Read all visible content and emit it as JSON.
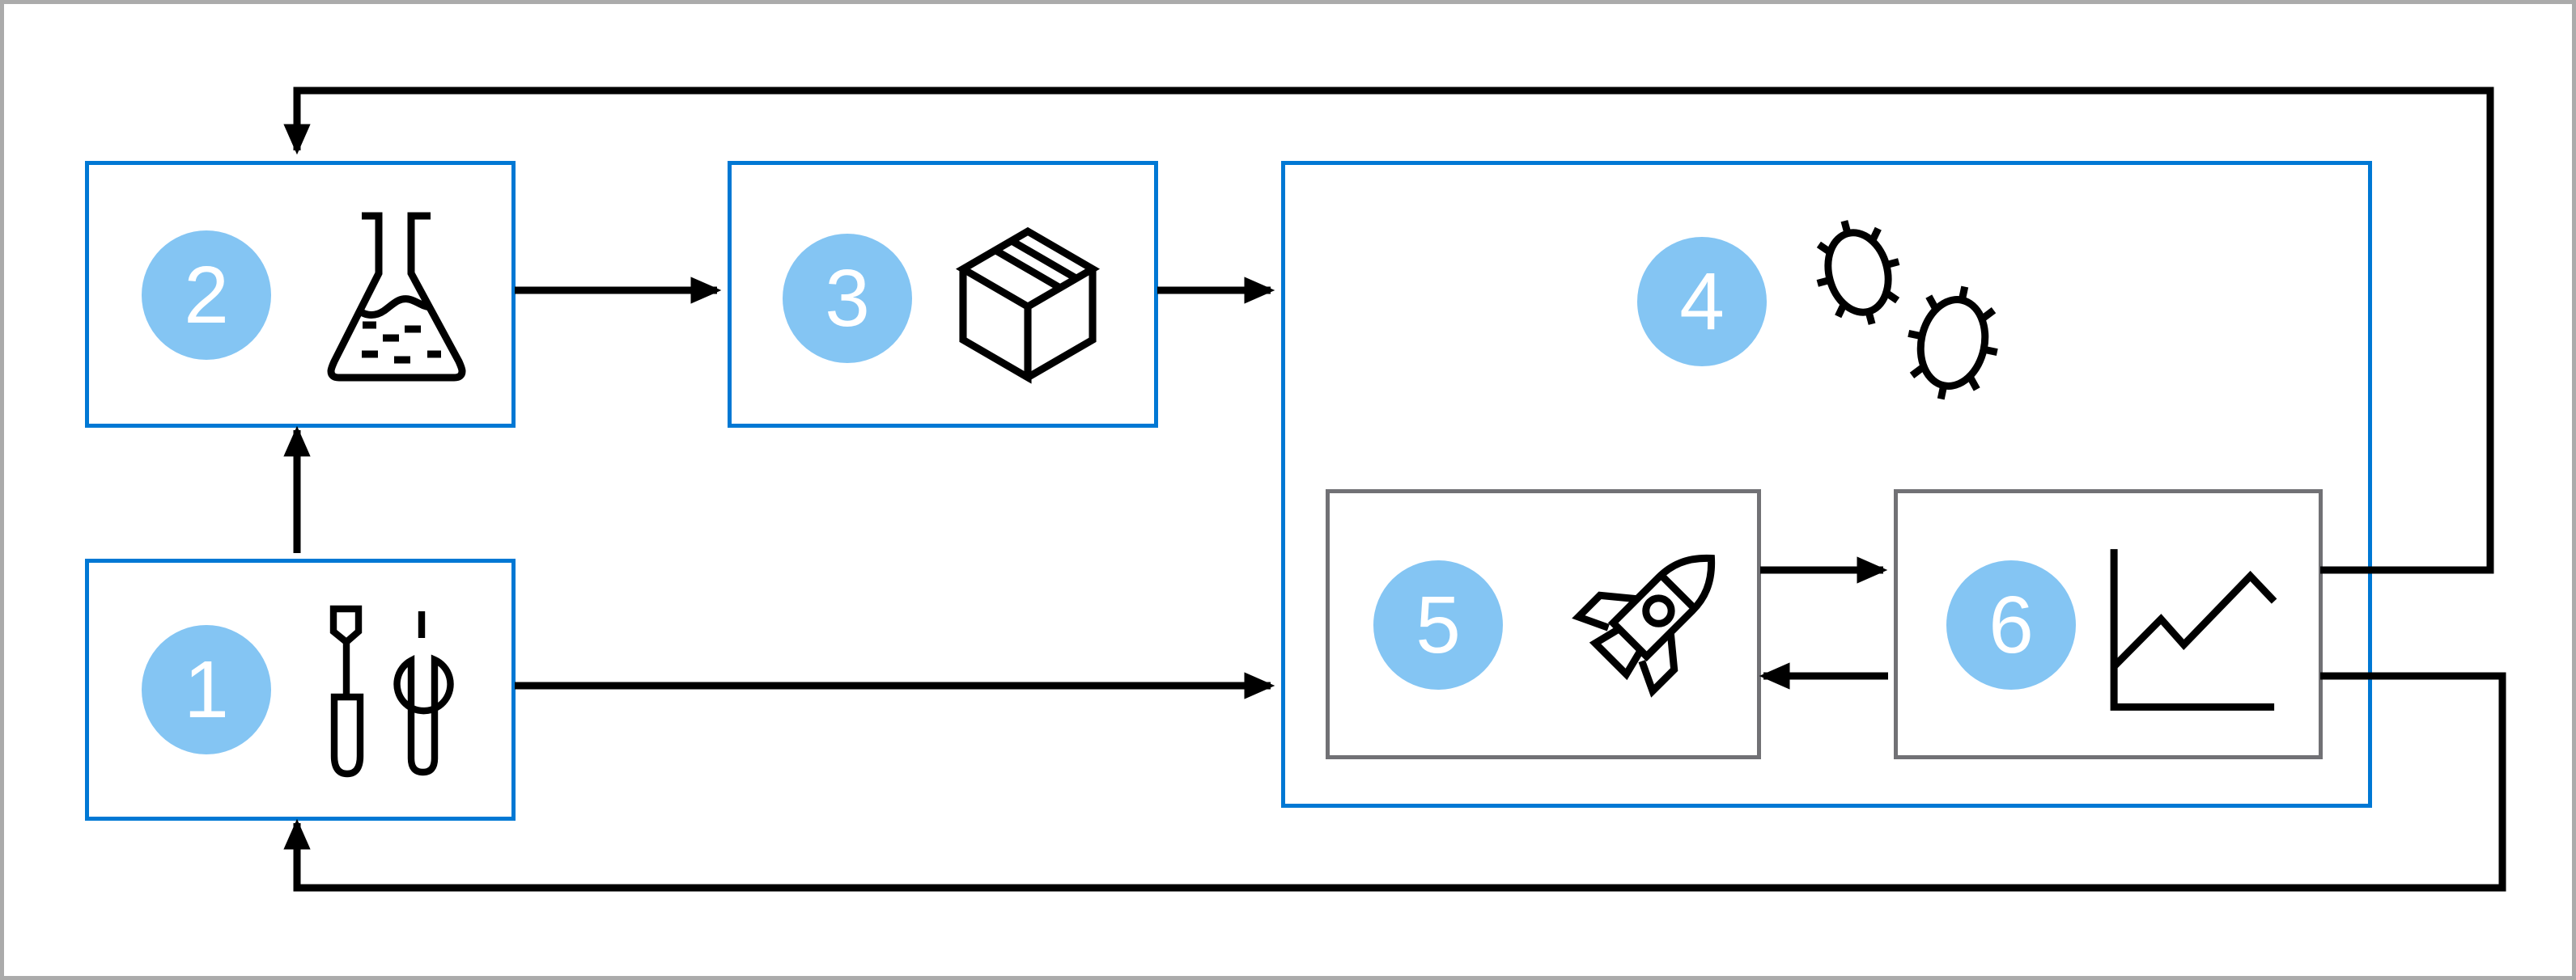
{
  "diagram": {
    "description": "Six-step numbered process flow diagram with feedback loops",
    "steps": [
      {
        "number": "1",
        "icon": "tools-icon",
        "border": "blue"
      },
      {
        "number": "2",
        "icon": "flask-icon",
        "border": "blue"
      },
      {
        "number": "3",
        "icon": "package-icon",
        "border": "blue"
      },
      {
        "number": "4",
        "icon": "virus-icon",
        "border": "blue",
        "contains": [
          "5",
          "6"
        ]
      },
      {
        "number": "5",
        "icon": "rocket-icon",
        "border": "gray"
      },
      {
        "number": "6",
        "icon": "line-chart-icon",
        "border": "gray"
      }
    ],
    "connections": [
      {
        "from": "1",
        "to": "2",
        "type": "arrow"
      },
      {
        "from": "2",
        "to": "3",
        "type": "arrow"
      },
      {
        "from": "3",
        "to": "4",
        "type": "arrow"
      },
      {
        "from": "1",
        "to": "4",
        "type": "arrow"
      },
      {
        "from": "5",
        "to": "6",
        "type": "arrow"
      },
      {
        "from": "6",
        "to": "5",
        "type": "arrow"
      },
      {
        "from": "6",
        "to": "2",
        "type": "feedback-arrow"
      },
      {
        "from": "6",
        "to": "1",
        "type": "feedback-arrow"
      }
    ]
  },
  "colors": {
    "box_border_blue": "#0078d4",
    "box_border_gray": "#717175",
    "badge_fill": "#84c5f3",
    "badge_text": "#ffffff",
    "line_color": "#000000",
    "frame_border": "#ababab",
    "background": "#ffffff"
  }
}
